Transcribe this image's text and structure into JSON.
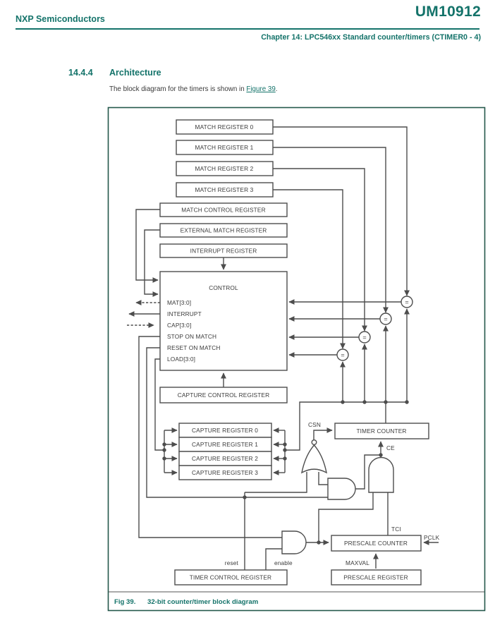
{
  "colors": {
    "teal": "#14736A",
    "frame": "#24584B",
    "line": "#4D4D4D",
    "ink": "#3A3A3A",
    "link": "#14736A"
  },
  "header": {
    "vendor": "NXP Semiconductors",
    "doc_id": "UM10912",
    "chapter": "Chapter 14: LPC546xx Standard counter/timers (CTIMER0 - 4)"
  },
  "section": {
    "number": "14.4.4",
    "title": "Architecture",
    "body_prefix": "The block diagram for the timers is shown in ",
    "body_link": "Figure 39",
    "body_suffix": "."
  },
  "figure": {
    "caption_label": "Fig 39.",
    "caption_text": "32-bit counter/timer block diagram",
    "boxes": {
      "match_register_0": "MATCH REGISTER 0",
      "match_register_1": "MATCH REGISTER 1",
      "match_register_2": "MATCH REGISTER 2",
      "match_register_3": "MATCH REGISTER 3",
      "match_control_register": "MATCH CONTROL REGISTER",
      "external_match_register": "EXTERNAL MATCH REGISTER",
      "interrupt_register": "INTERRUPT REGISTER",
      "control": "CONTROL",
      "capture_control_register": "CAPTURE CONTROL REGISTER",
      "capture_register_0": "CAPTURE REGISTER 0",
      "capture_register_1": "CAPTURE REGISTER 1",
      "capture_register_2": "CAPTURE REGISTER 2",
      "capture_register_3": "CAPTURE REGISTER 3",
      "timer_counter": "TIMER COUNTER",
      "timer_control_register": "TIMER CONTROL REGISTER",
      "prescale_counter": "PRESCALE COUNTER",
      "prescale_register": "PRESCALE REGISTER"
    },
    "control_signals": [
      "MAT[3:0]",
      "INTERRUPT",
      "CAP[3:0]",
      "STOP ON MATCH",
      "RESET ON MATCH",
      "LOAD[3:0]"
    ],
    "labels": {
      "csn": "CSN",
      "ce": "CE",
      "tci": "TCI",
      "pclk": "PCLK",
      "maxval": "MAXVAL",
      "reset": "reset",
      "enable": "enable"
    },
    "comparator_symbol": "="
  }
}
